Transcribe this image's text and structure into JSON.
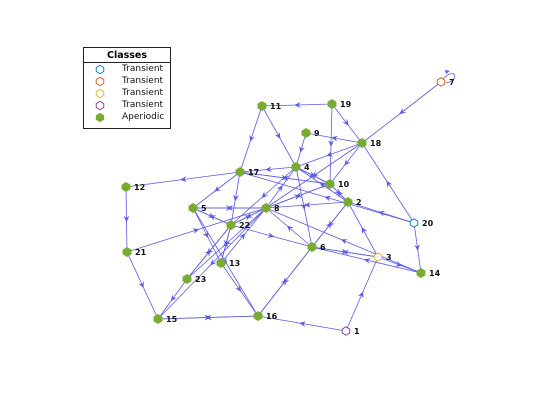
{
  "legend": {
    "title": "Classes",
    "items": [
      {
        "label": "Transient",
        "fill": "#ffffff",
        "stroke": "#0072bd",
        "filled": false
      },
      {
        "label": "Transient",
        "fill": "#ffffff",
        "stroke": "#d95319",
        "filled": false
      },
      {
        "label": "Transient",
        "fill": "#ffffff",
        "stroke": "#edb120",
        "filled": false
      },
      {
        "label": "Transient",
        "fill": "#ffffff",
        "stroke": "#7e2f8e",
        "filled": false
      },
      {
        "label": "Aperiodic",
        "fill": "#77ac30",
        "stroke": "#77ac30",
        "filled": true
      }
    ]
  },
  "colors": {
    "edge": "#5b5be8",
    "aperiodic": "#77ac30"
  },
  "nodes": [
    {
      "id": "1",
      "class": 3
    },
    {
      "id": "2",
      "class": 4
    },
    {
      "id": "3",
      "class": 2
    },
    {
      "id": "4",
      "class": 4
    },
    {
      "id": "5",
      "class": 4
    },
    {
      "id": "6",
      "class": 4
    },
    {
      "id": "7",
      "class": 1
    },
    {
      "id": "8",
      "class": 4
    },
    {
      "id": "9",
      "class": 4
    },
    {
      "id": "10",
      "class": 4
    },
    {
      "id": "11",
      "class": 4
    },
    {
      "id": "12",
      "class": 4
    },
    {
      "id": "13",
      "class": 4
    },
    {
      "id": "14",
      "class": 4
    },
    {
      "id": "15",
      "class": 4
    },
    {
      "id": "16",
      "class": 4
    },
    {
      "id": "17",
      "class": 4
    },
    {
      "id": "18",
      "class": 4
    },
    {
      "id": "19",
      "class": 4
    },
    {
      "id": "20",
      "class": 0
    },
    {
      "id": "21",
      "class": 4
    },
    {
      "id": "22",
      "class": 4
    },
    {
      "id": "23",
      "class": 4
    }
  ],
  "edges": [
    [
      "1",
      "16"
    ],
    [
      "1",
      "3"
    ],
    [
      "3",
      "14"
    ],
    [
      "3",
      "2"
    ],
    [
      "3",
      "6"
    ],
    [
      "20",
      "14"
    ],
    [
      "20",
      "18"
    ],
    [
      "20",
      "2"
    ],
    [
      "20",
      "17"
    ],
    [
      "7",
      "18"
    ],
    [
      "7",
      "7"
    ],
    [
      "14",
      "6"
    ],
    [
      "14",
      "8"
    ],
    [
      "2",
      "8"
    ],
    [
      "2",
      "10"
    ],
    [
      "2",
      "4"
    ],
    [
      "2",
      "6"
    ],
    [
      "10",
      "4"
    ],
    [
      "10",
      "17"
    ],
    [
      "10",
      "2"
    ],
    [
      "10",
      "8"
    ],
    [
      "18",
      "9"
    ],
    [
      "18",
      "10"
    ],
    [
      "18",
      "4"
    ],
    [
      "18",
      "8"
    ],
    [
      "19",
      "11"
    ],
    [
      "19",
      "18"
    ],
    [
      "19",
      "10"
    ],
    [
      "11",
      "17"
    ],
    [
      "11",
      "4"
    ],
    [
      "9",
      "4"
    ],
    [
      "4",
      "17"
    ],
    [
      "4",
      "22"
    ],
    [
      "4",
      "6"
    ],
    [
      "4",
      "10"
    ],
    [
      "17",
      "12"
    ],
    [
      "17",
      "5"
    ],
    [
      "17",
      "22"
    ],
    [
      "17",
      "10"
    ],
    [
      "12",
      "21"
    ],
    [
      "21",
      "8"
    ],
    [
      "21",
      "15"
    ],
    [
      "5",
      "8"
    ],
    [
      "5",
      "22"
    ],
    [
      "5",
      "13"
    ],
    [
      "5",
      "16"
    ],
    [
      "8",
      "5"
    ],
    [
      "8",
      "22"
    ],
    [
      "8",
      "23"
    ],
    [
      "8",
      "15"
    ],
    [
      "8",
      "10"
    ],
    [
      "8",
      "4"
    ],
    [
      "22",
      "13"
    ],
    [
      "22",
      "23"
    ],
    [
      "22",
      "8"
    ],
    [
      "22",
      "5"
    ],
    [
      "22",
      "6"
    ],
    [
      "13",
      "22"
    ],
    [
      "13",
      "16"
    ],
    [
      "13",
      "8"
    ],
    [
      "23",
      "15"
    ],
    [
      "23",
      "22"
    ],
    [
      "6",
      "16"
    ],
    [
      "6",
      "3"
    ],
    [
      "6",
      "2"
    ],
    [
      "6",
      "8"
    ],
    [
      "16",
      "15"
    ],
    [
      "16",
      "6"
    ],
    [
      "15",
      "16"
    ]
  ]
}
